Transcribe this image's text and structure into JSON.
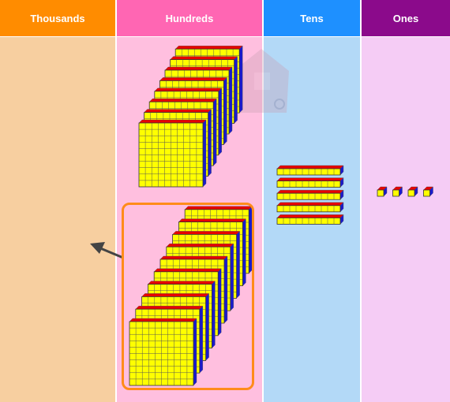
{
  "columns": [
    {
      "id": "thousands",
      "label": "Thousands",
      "header_color": "#ff8c00",
      "body_color": "#f7cfa0"
    },
    {
      "id": "hundreds",
      "label": "Hundreds",
      "header_color": "#ff66b3",
      "body_color": "#ffbfdf"
    },
    {
      "id": "tens",
      "label": "Tens",
      "header_color": "#1e90ff",
      "body_color": "#b3d9f7"
    },
    {
      "id": "ones",
      "label": "Ones",
      "header_color": "#8b0a8b",
      "body_color": "#f5ccf5"
    }
  ],
  "blocks": {
    "hundreds_flats_loose": 8,
    "hundreds_flats_grouped": 10,
    "tens_rods": 5,
    "ones_cubes": 4
  },
  "block_colors": {
    "face": "#ffff00",
    "top": "#e80000",
    "side": "#1a1acc",
    "grid": "#555555"
  },
  "group_highlight_color": "#ff8c1a",
  "drag_arrow": {
    "icon": "arrow-left-icon",
    "color": "#444444"
  },
  "watermark": {
    "icon": "house-icon"
  }
}
